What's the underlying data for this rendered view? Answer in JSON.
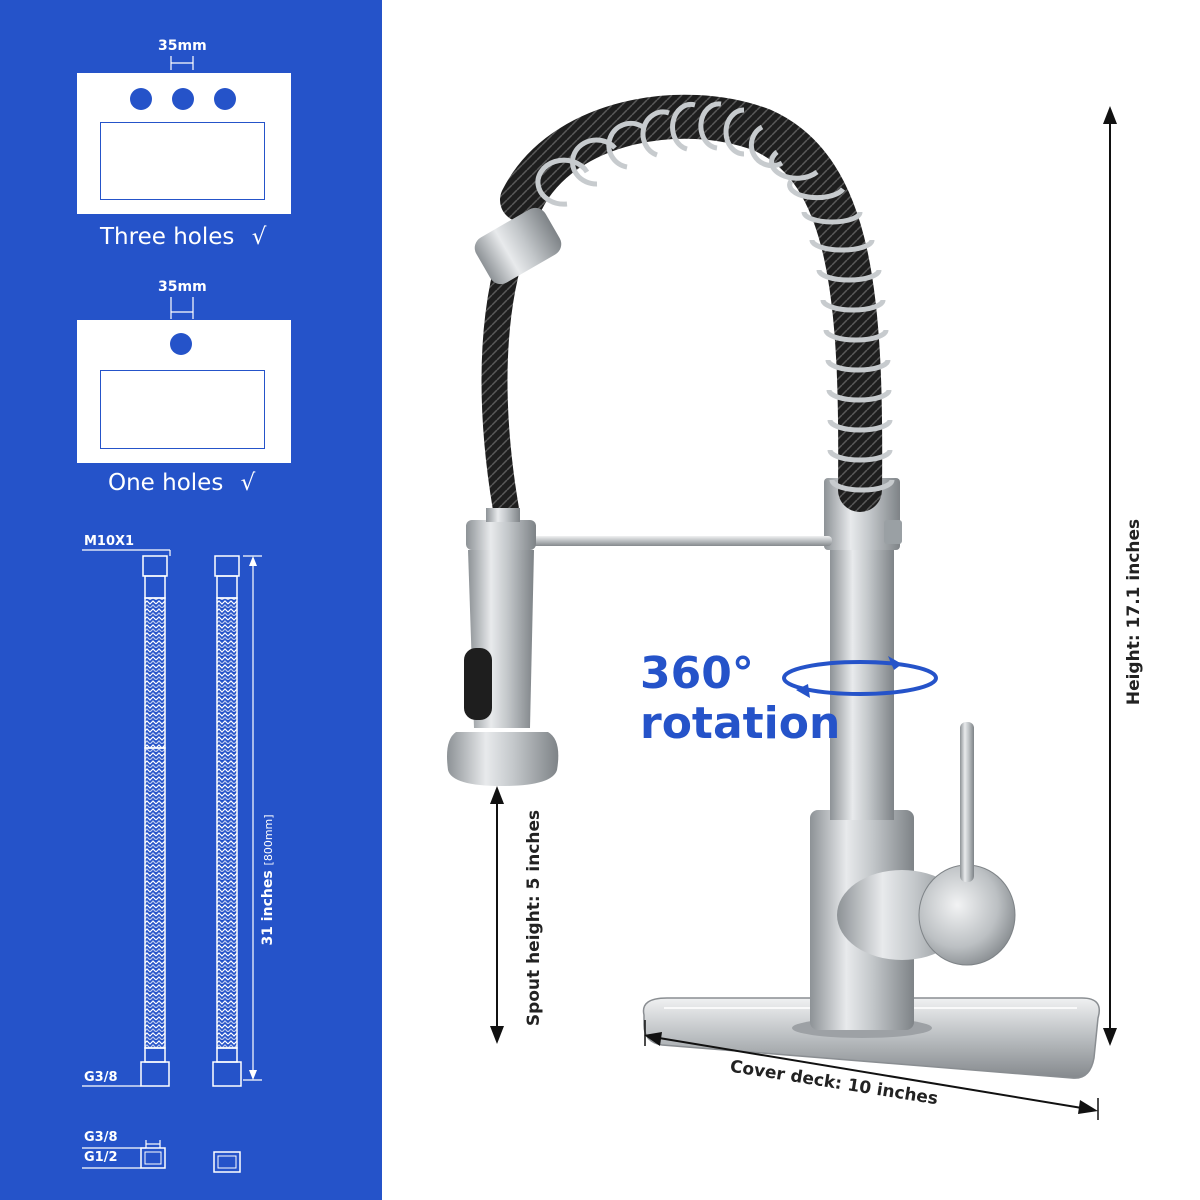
{
  "install": {
    "three_holes": {
      "spacing": "35mm",
      "caption": "Three holes",
      "check": "√"
    },
    "one_hole": {
      "spacing": "35mm",
      "caption": "One holes",
      "check": "√"
    }
  },
  "hoses": {
    "top_thread": "M10X1",
    "bottom_thread": "G3/8",
    "adapter_in": "G3/8",
    "adapter_out": "G1/2",
    "length": "31 inches",
    "length_metric": "[800mm]"
  },
  "faucet": {
    "rotation_value": "360°",
    "rotation_word": "rotation",
    "height": "Height:  17.1  inches",
    "spout_height": "Spout height:  5 inches",
    "cover_deck": "Cover deck:  10 inches"
  },
  "colors": {
    "accent": "#2553c9",
    "steel": "#b8bcc0",
    "text": "#222222"
  }
}
